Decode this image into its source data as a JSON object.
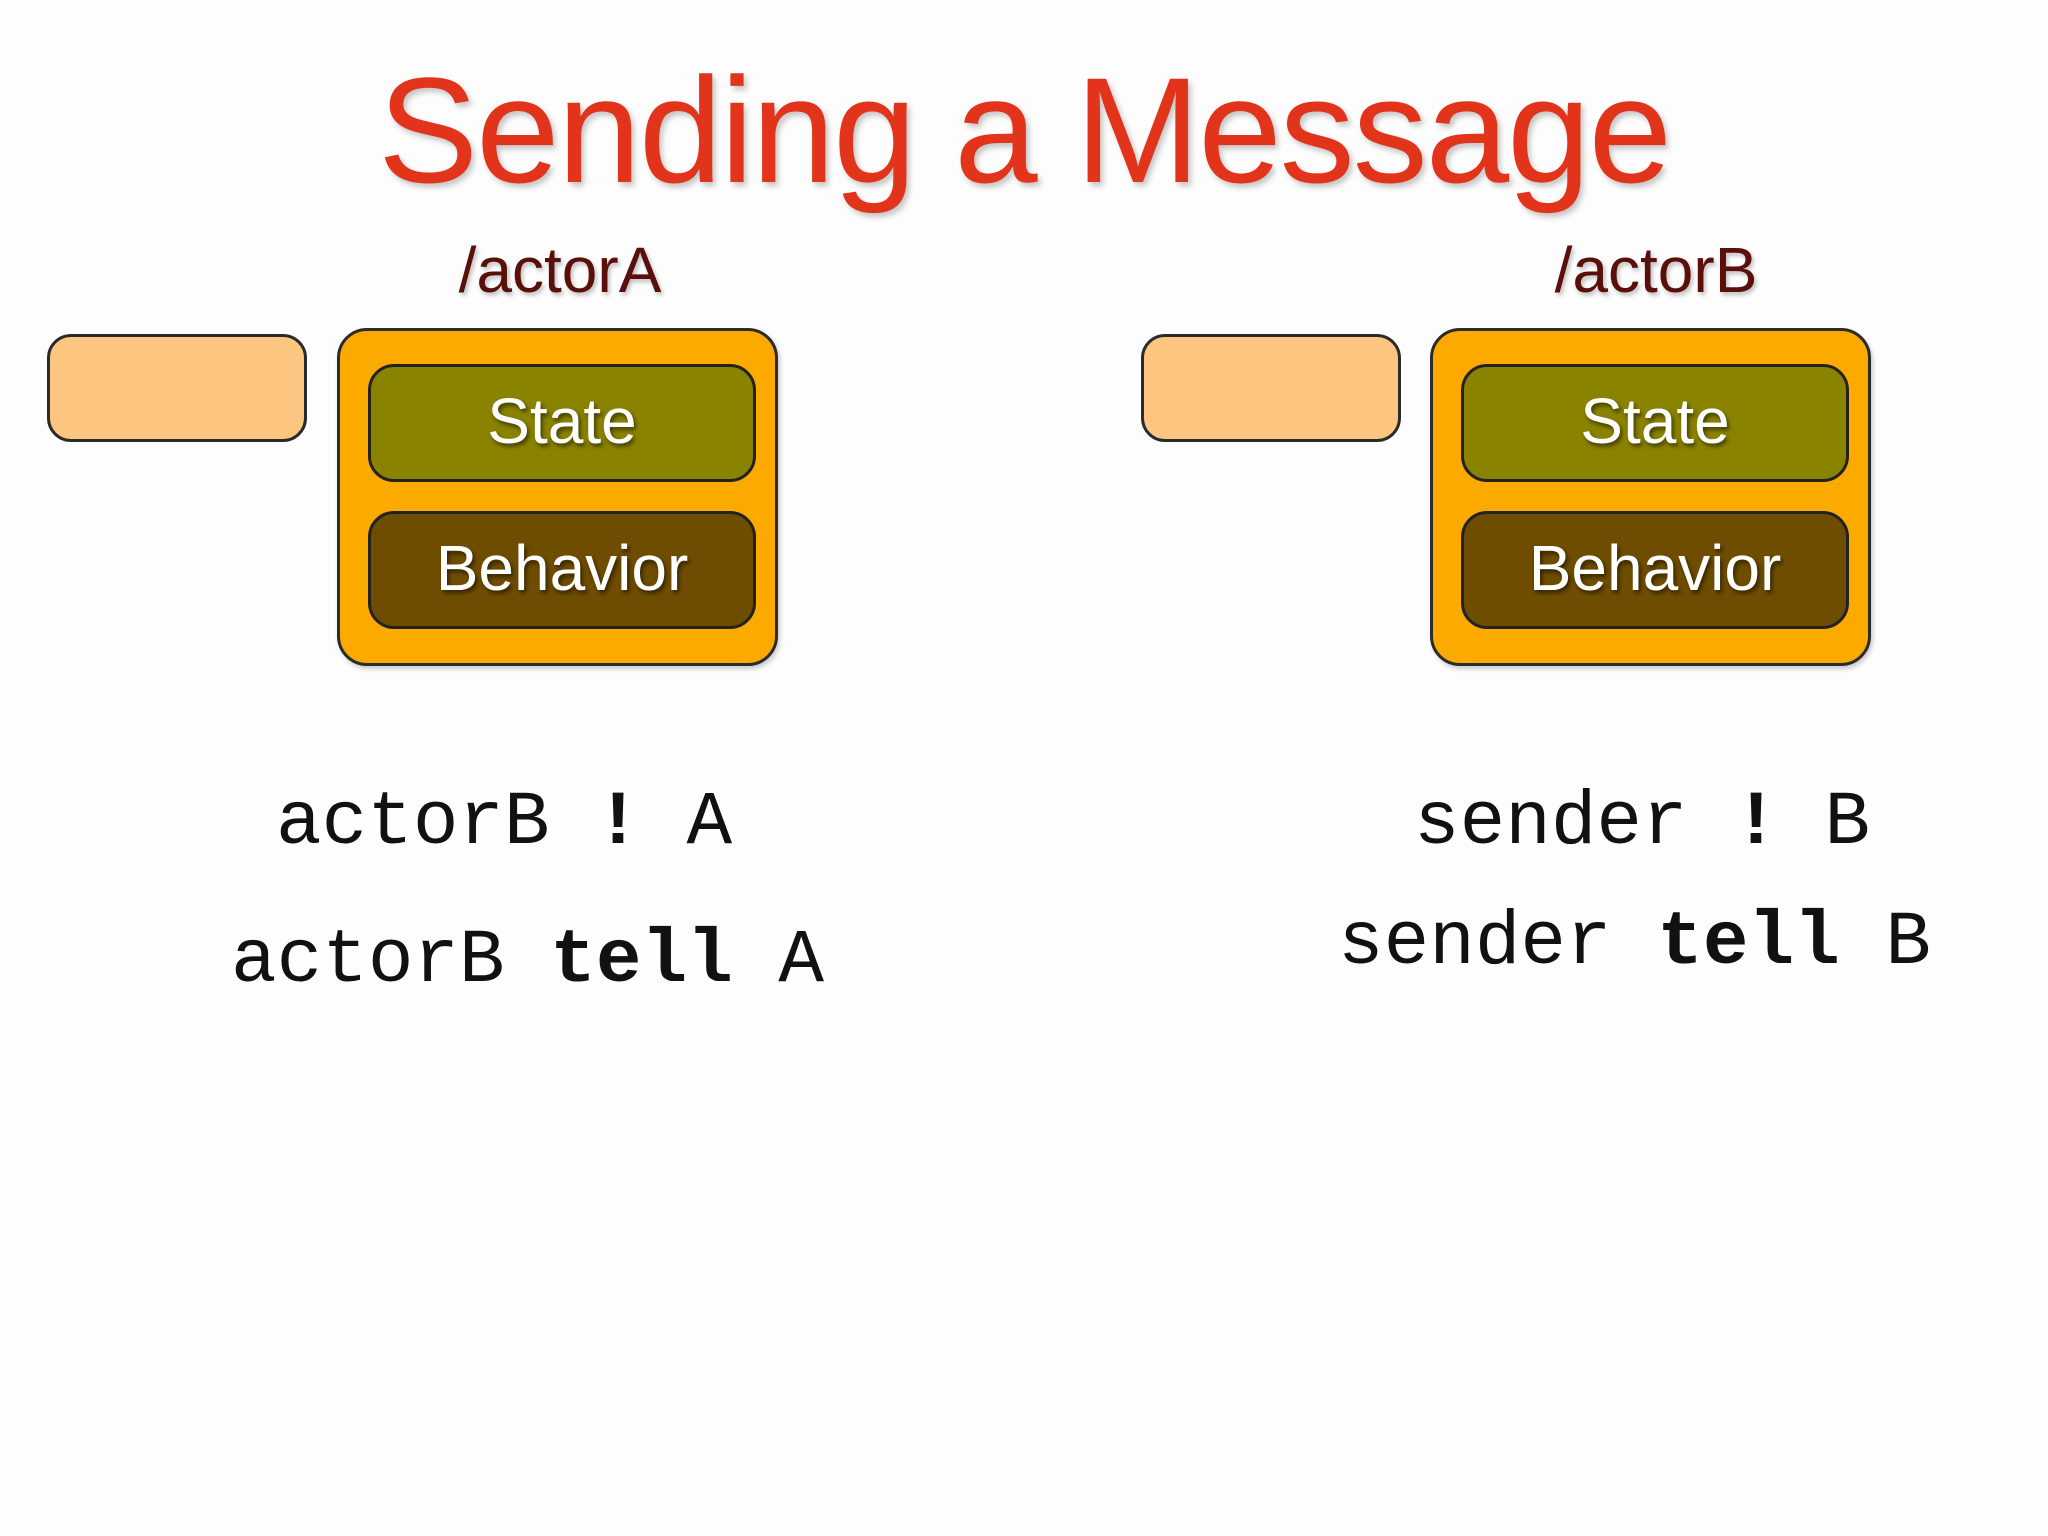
{
  "title": "Sending a Message",
  "colors": {
    "title": "#e2341b",
    "actor_name": "#5a0f0a",
    "mailbox_fill": "#fdc680",
    "actor_fill": "#fdaa00",
    "state_fill": "#8a8300",
    "behavior_fill": "#6f4d00"
  },
  "actors": [
    {
      "name": "/actorA",
      "state_label": "State",
      "behavior_label": "Behavior",
      "code": [
        {
          "target": "actorB",
          "op": "!",
          "message": "A"
        },
        {
          "target": "actorB",
          "op": "tell",
          "message": "A"
        }
      ]
    },
    {
      "name": "/actorB",
      "state_label": "State",
      "behavior_label": "Behavior",
      "code": [
        {
          "target": "sender",
          "op": "!",
          "message": "B"
        },
        {
          "target": "sender",
          "op": "tell",
          "message": "B"
        }
      ]
    }
  ]
}
